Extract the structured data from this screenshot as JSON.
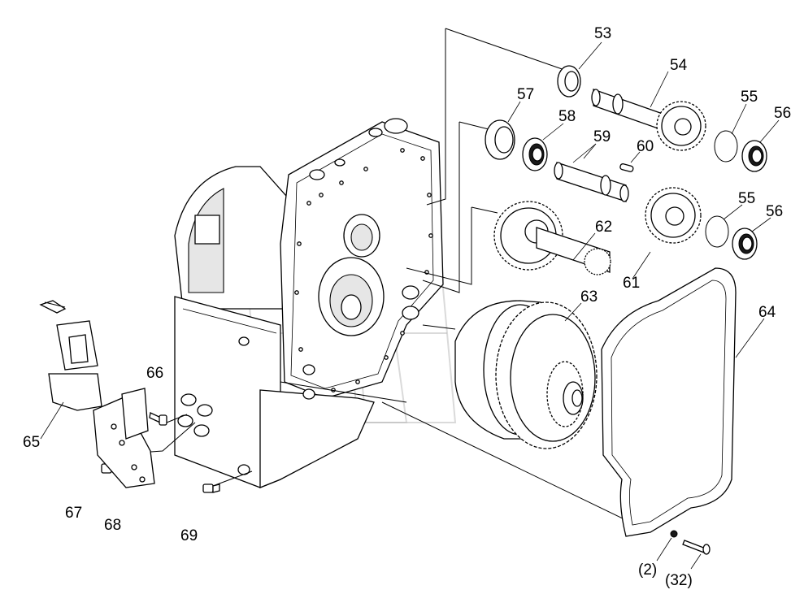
{
  "callouts": {
    "c53": "53",
    "c54": "54",
    "c55a": "55",
    "c56a": "56",
    "c57": "57",
    "c58": "58",
    "c59": "59",
    "c60": "60",
    "c55b": "55",
    "c56b": "56",
    "c62": "62",
    "c61": "61",
    "c63": "63",
    "c64": "64",
    "c66": "66",
    "c65": "65",
    "c67": "67",
    "c68": "68",
    "c69": "69",
    "q2": "(2)",
    "q32": "(32)"
  }
}
